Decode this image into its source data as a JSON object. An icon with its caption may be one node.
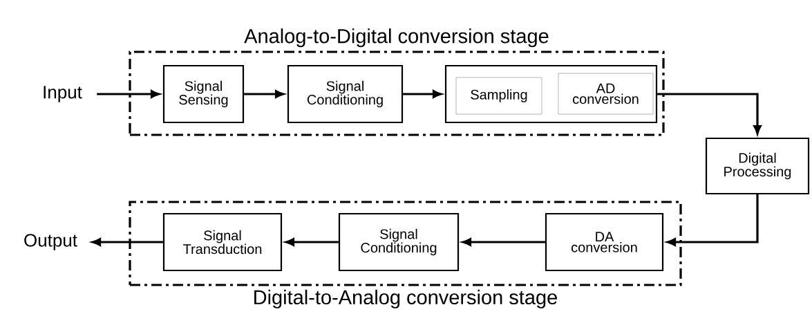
{
  "diagram": {
    "nodes": [
      {
        "text": [
          "Analog-to-Digital conversion stage"
        ]
      },
      {
        "text": [
          "Input"
        ]
      },
      {
        "text": [
          "Signal Sensing"
        ],
        "in": 0
      },
      {
        "text": [
          "Signal Conditioning"
        ],
        "in": 0
      },
      {
        "text": [],
        "shape": "box",
        "in": 0
      },
      {
        "text": [
          "Sampling"
        ],
        "in": 4
      },
      {
        "text": [
          "AD conversion"
        ],
        "in": 4
      },
      {
        "text": [
          "Digital Processing"
        ]
      },
      {
        "text": [
          "Digital-to-Analog conversion stage"
        ]
      },
      {
        "text": [
          "DA conversion"
        ],
        "in": 8
      },
      {
        "text": [
          "Signal Conditioning"
        ],
        "in": 8
      },
      {
        "text": [
          "Signal Transduction"
        ],
        "in": 8
      },
      {
        "text": [
          "Output"
        ]
      }
    ],
    "edges": [
      {
        "from": 1,
        "to": 2,
        "arrow": "to"
      },
      {
        "from": 2,
        "to": 3,
        "arrow": "to"
      },
      {
        "from": 3,
        "to": 4,
        "arrow": "to"
      },
      {
        "from": 4,
        "to": 7,
        "arrow": "to"
      },
      {
        "from": 7,
        "to": 9,
        "arrow": "to"
      },
      {
        "from": 9,
        "to": 10,
        "arrow": "to"
      },
      {
        "from": 10,
        "to": 11,
        "arrow": "to"
      },
      {
        "from": 11,
        "to": 12,
        "arrow": "to"
      }
    ]
  }
}
